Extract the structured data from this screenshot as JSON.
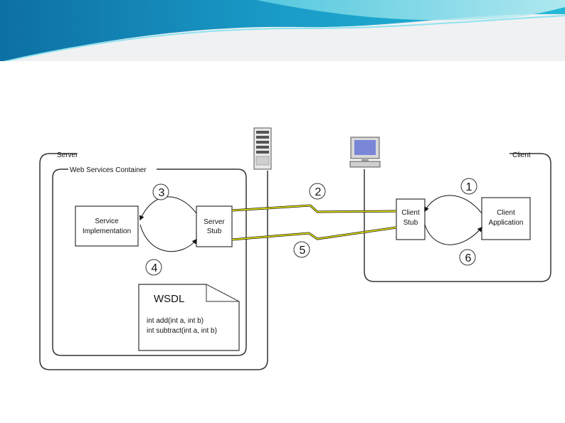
{
  "diagram": {
    "server_label": "Server",
    "client_label": "Client",
    "container_label": "Web Services Container",
    "service_impl": {
      "line1": "Service",
      "line2": "Implementation"
    },
    "server_stub": {
      "line1": "Server",
      "line2": "Stub"
    },
    "client_stub": {
      "line1": "Client",
      "line2": "Stub"
    },
    "client_app": {
      "line1": "Client",
      "line2": "Application"
    },
    "steps": [
      "1",
      "2",
      "3",
      "4",
      "5",
      "6"
    ],
    "wsdl": {
      "title": "WSDL",
      "line1": "int add(int a, int b)",
      "line2": "int subtract(int a, int b)"
    }
  },
  "colors": {
    "banner_dark": "#0e7fb0",
    "banner_light": "#39c6da",
    "lightning": "#f2f200"
  }
}
